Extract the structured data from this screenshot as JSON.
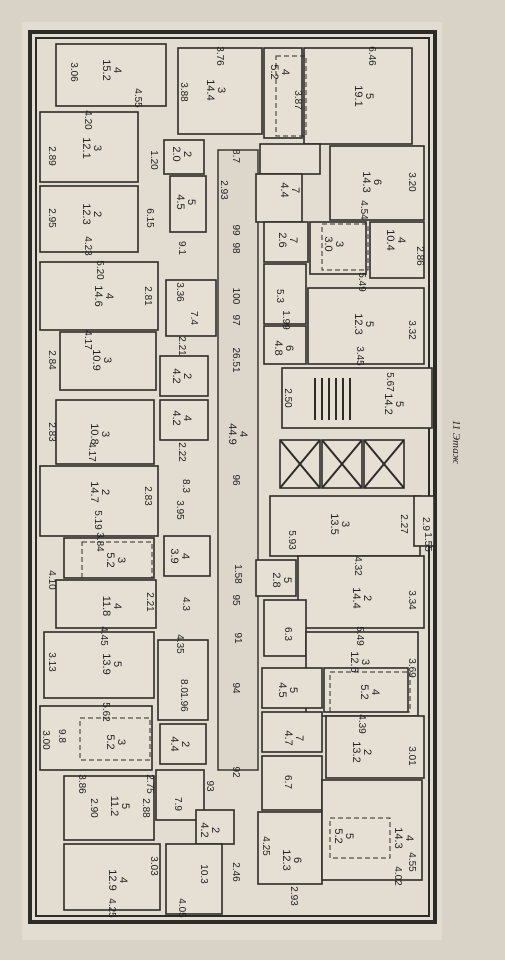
{
  "floor_label": "11 Этаж",
  "labels": {
    "l1": "3.06",
    "l2": "4\n15.2",
    "l3": "4.55",
    "l4": "3.76",
    "l5": "3.88",
    "l6": "3\n14.4",
    "l7": "4\n5.2",
    "l8": "6.46",
    "l9": "3.87",
    "l10": "5\n19.1",
    "l11": "4.20",
    "l12": "2.89",
    "l13": "3\n12.1",
    "l14": "1.20",
    "l15": "2\n2.0",
    "l16": "8.7",
    "l17": "6\n14.3",
    "l18": "3.20",
    "l19": "2.95",
    "l20": "2\n12.3",
    "l21": "4.23",
    "l22": "6.15",
    "l23": "5\n4.5",
    "l24": "2.93",
    "l25": "7\n4.4",
    "l26": "4.54",
    "l27": "9.1",
    "l28": "98",
    "l29": "99",
    "l30": "7\n2.6",
    "l31": "3\n3.0",
    "l32": "4\n10.4",
    "l33": "2.86",
    "l34": "5.20",
    "l35": "4\n14.6",
    "l36": "2.81",
    "l37": "3.36",
    "l38": "100",
    "l39": "5.49",
    "l40": "7.4",
    "l41": "97",
    "l42": "5.3",
    "l43": "5\n12.3",
    "l44": "3.32",
    "l45": "1.99",
    "l46": "4.17",
    "l47": "2.84",
    "l48": "3\n10.9",
    "l49": "2.21",
    "l50": "26.51",
    "l51": "6\n4.8",
    "l52": "3.45",
    "l53": "2\n4.2",
    "l54": "2.50",
    "l55": "5.67",
    "l56": "5\n14.2",
    "l57": "2.83",
    "l58": "3\n10.8",
    "l59": "4.17",
    "l60": "4\n4.2",
    "l61": "4\n44.9",
    "l62": "2.22",
    "l63": "2\n14.7",
    "l64": "5.19",
    "l65": "2.83",
    "l66": "8.3",
    "l67": "96",
    "l68": "3.95",
    "l69": "3\n13.5",
    "l70": "2.27",
    "l71": "2.9",
    "l72": "1.55",
    "l73": "5.93",
    "l74": "3.84",
    "l75": "3\n5.2",
    "l76": "4\n3.9",
    "l77": "4.10",
    "l78": "4\n11.8",
    "l79": "2.21",
    "l80": "4.3",
    "l81": "95",
    "l82": "1.58",
    "l83": "5\n2.8",
    "l84": "4.32",
    "l85": "2\n14.4",
    "l86": "3.34",
    "l87": "4.45",
    "l88": "3.13",
    "l89": "5\n13.9",
    "l90": "4.35",
    "l91": "8.0",
    "l92": "91",
    "l93": "6.3",
    "l94": "5.49",
    "l95": "3\n12.6",
    "l96": "3.69",
    "l97": "1.96",
    "l98": "94",
    "l99": "5\n4.5",
    "l100": "4\n5.2",
    "l101": "5.62",
    "l102": "3.00",
    "l103": "9.8",
    "l104": "3\n5.2",
    "l105": "2\n4.4",
    "l106": "7\n4.7",
    "l107": "4.39",
    "l108": "2\n13.2",
    "l109": "3.01",
    "l110": "3.86",
    "l111": "2.75",
    "l112": "93",
    "l113": "92",
    "l114": "6.7",
    "l115": "2.90",
    "l116": "5\n11.2",
    "l117": "2.88",
    "l118": "7.9",
    "l119": "2\n4.2",
    "l120": "5\n5.2",
    "l121": "4\n14.3",
    "l122": "4.55",
    "l123": "3.03",
    "l124": "4\n12.9",
    "l125": "4.25",
    "l126": "10.3",
    "l127": "2.46",
    "l128": "4.05",
    "l129": "4.25",
    "l130": "6\n12.3",
    "l131": "2.93",
    "l132": "4.02"
  }
}
